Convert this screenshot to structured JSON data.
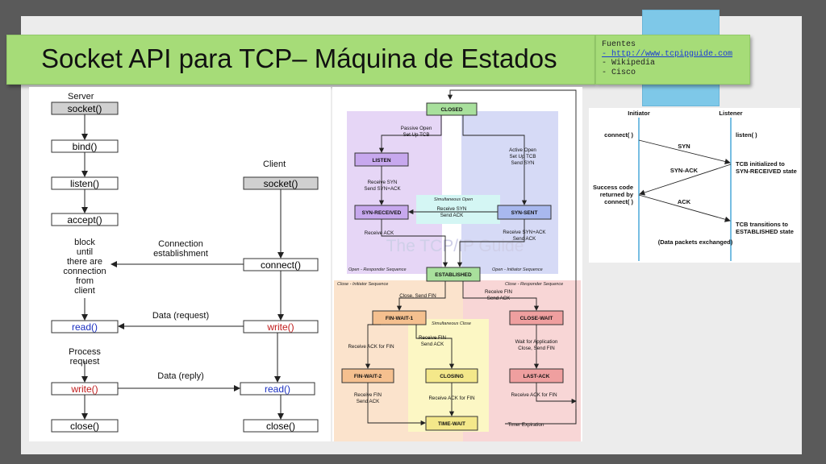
{
  "slide": {
    "title": "Socket API para TCP– Máquina de Estados",
    "sources": {
      "heading": "Fuentes",
      "items": [
        "- http://www.tcpipguide.com",
        "- Wikipedia",
        "- Cisco"
      ]
    }
  },
  "socket_flow": {
    "server_label": "Server",
    "client_label": "Client",
    "server_calls": [
      "socket()",
      "bind()",
      "listen()",
      "accept()",
      "read()",
      "write()",
      "close()"
    ],
    "client_calls": [
      "socket()",
      "connect()",
      "write()",
      "read()",
      "close()"
    ],
    "block_text": [
      "block",
      "until",
      "there are",
      "connection",
      "from",
      "client"
    ],
    "connection_text": [
      "Connection",
      "establishment"
    ],
    "process_text": [
      "Process",
      "request"
    ],
    "data_request": "Data (request)",
    "data_reply": "Data (reply)"
  },
  "state_machine": {
    "watermark": "The TCP/IP Guide",
    "states": {
      "closed": "CLOSED",
      "listen": "LISTEN",
      "syn_received": "SYN-RECEIVED",
      "syn_sent": "SYN-SENT",
      "established": "ESTABLISHED",
      "fin_wait_1": "FIN-WAIT-1",
      "close_wait": "CLOSE-WAIT",
      "fin_wait_2": "FIN-WAIT-2",
      "closing": "CLOSING",
      "last_ack": "LAST-ACK",
      "time_wait": "TIME-WAIT"
    },
    "regions": {
      "simultaneous_open": "Simultaneous Open",
      "open_responder": "Open - Responder Sequence",
      "open_initiator": "Open - Initiator Sequence",
      "close_initiator": "Close - Initiator Sequence",
      "close_responder": "Close - Responder Sequence",
      "simultaneous_close": "Simultaneous Close"
    },
    "transitions": {
      "passive_open": [
        "Passive Open",
        "Set Up TCB"
      ],
      "active_open": [
        "Active Open",
        "Set Up TCB",
        "Send SYN"
      ],
      "recv_syn_listen": [
        "Receive SYN",
        "Send SYN+ACK"
      ],
      "recv_syn_simul": [
        "Receive SYN",
        "Send ACK"
      ],
      "recv_ack": "Receive ACK",
      "recv_synack": [
        "Receive SYN+ACK",
        "Send ACK"
      ],
      "close_send_fin": "Close, Send FIN",
      "recv_fin_send_ack": [
        "Receive FIN",
        "Send ACK"
      ],
      "recv_ack_for_fin_1": "Receive ACK for FIN",
      "recv_fin_simul": [
        "Receive FIN",
        "Send ACK"
      ],
      "wait_app": [
        "Wait for Application",
        "Close, Send FIN"
      ],
      "recv_fin_fw2": [
        "Receive FIN",
        "Send ACK"
      ],
      "recv_ack_closing": "Receive ACK for FIN",
      "recv_ack_lastack": "Receive ACK for FIN",
      "timer": "Timer Expiration"
    }
  },
  "handshake": {
    "initiator": "Initiator",
    "listener": "Listener",
    "connect": "connect( )",
    "listen": "listen( )",
    "syn": "SYN",
    "syn_ack": "SYN-ACK",
    "ack": "ACK",
    "tcb_init": [
      "TCB initialized to",
      "SYN-RECEIVED state"
    ],
    "success": [
      "Success code",
      "returned by",
      "connect( )"
    ],
    "tcb_trans": [
      "TCB transitions to",
      "ESTABLISHED state"
    ],
    "data": "(Data packets exchanged)"
  },
  "colors": {
    "title_bar": "#a6dc78",
    "tab": "#7ec8e8",
    "open_responder": "#e6d6f6",
    "open_initiator": "#d6daf6",
    "close_initiator": "#fbe3cc",
    "close_responder": "#f8d6d6",
    "state_green": "#a8e09c",
    "state_purple": "#c7a8ee",
    "state_blue": "#a8b8ee",
    "state_orange": "#f5c08f",
    "state_yellow": "#f4e88a",
    "state_red": "#ef9f9f"
  }
}
